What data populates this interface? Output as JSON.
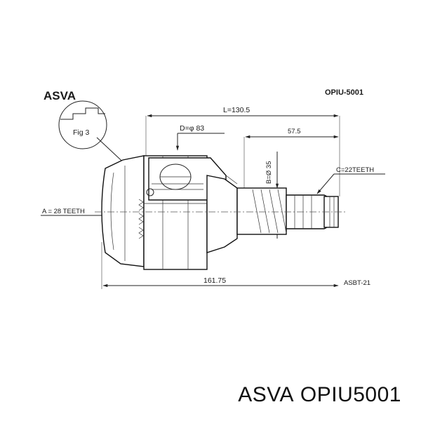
{
  "brand": "ASVA",
  "part_number_top": "OPIU-5001",
  "ref_code": "ASBT-21",
  "fig_label": "Fig 3",
  "dimensions": {
    "length_L": "L=130.5",
    "diameter_D": "D=φ 83",
    "length_57": "57.5",
    "diameter_B": "B=Ø 35",
    "teeth_C": "C=22TEETH",
    "teeth_A": "A = 28 TEETH",
    "overall": "161.75"
  },
  "caption": {
    "brand": "ASVA",
    "part": "OPIU5001"
  }
}
